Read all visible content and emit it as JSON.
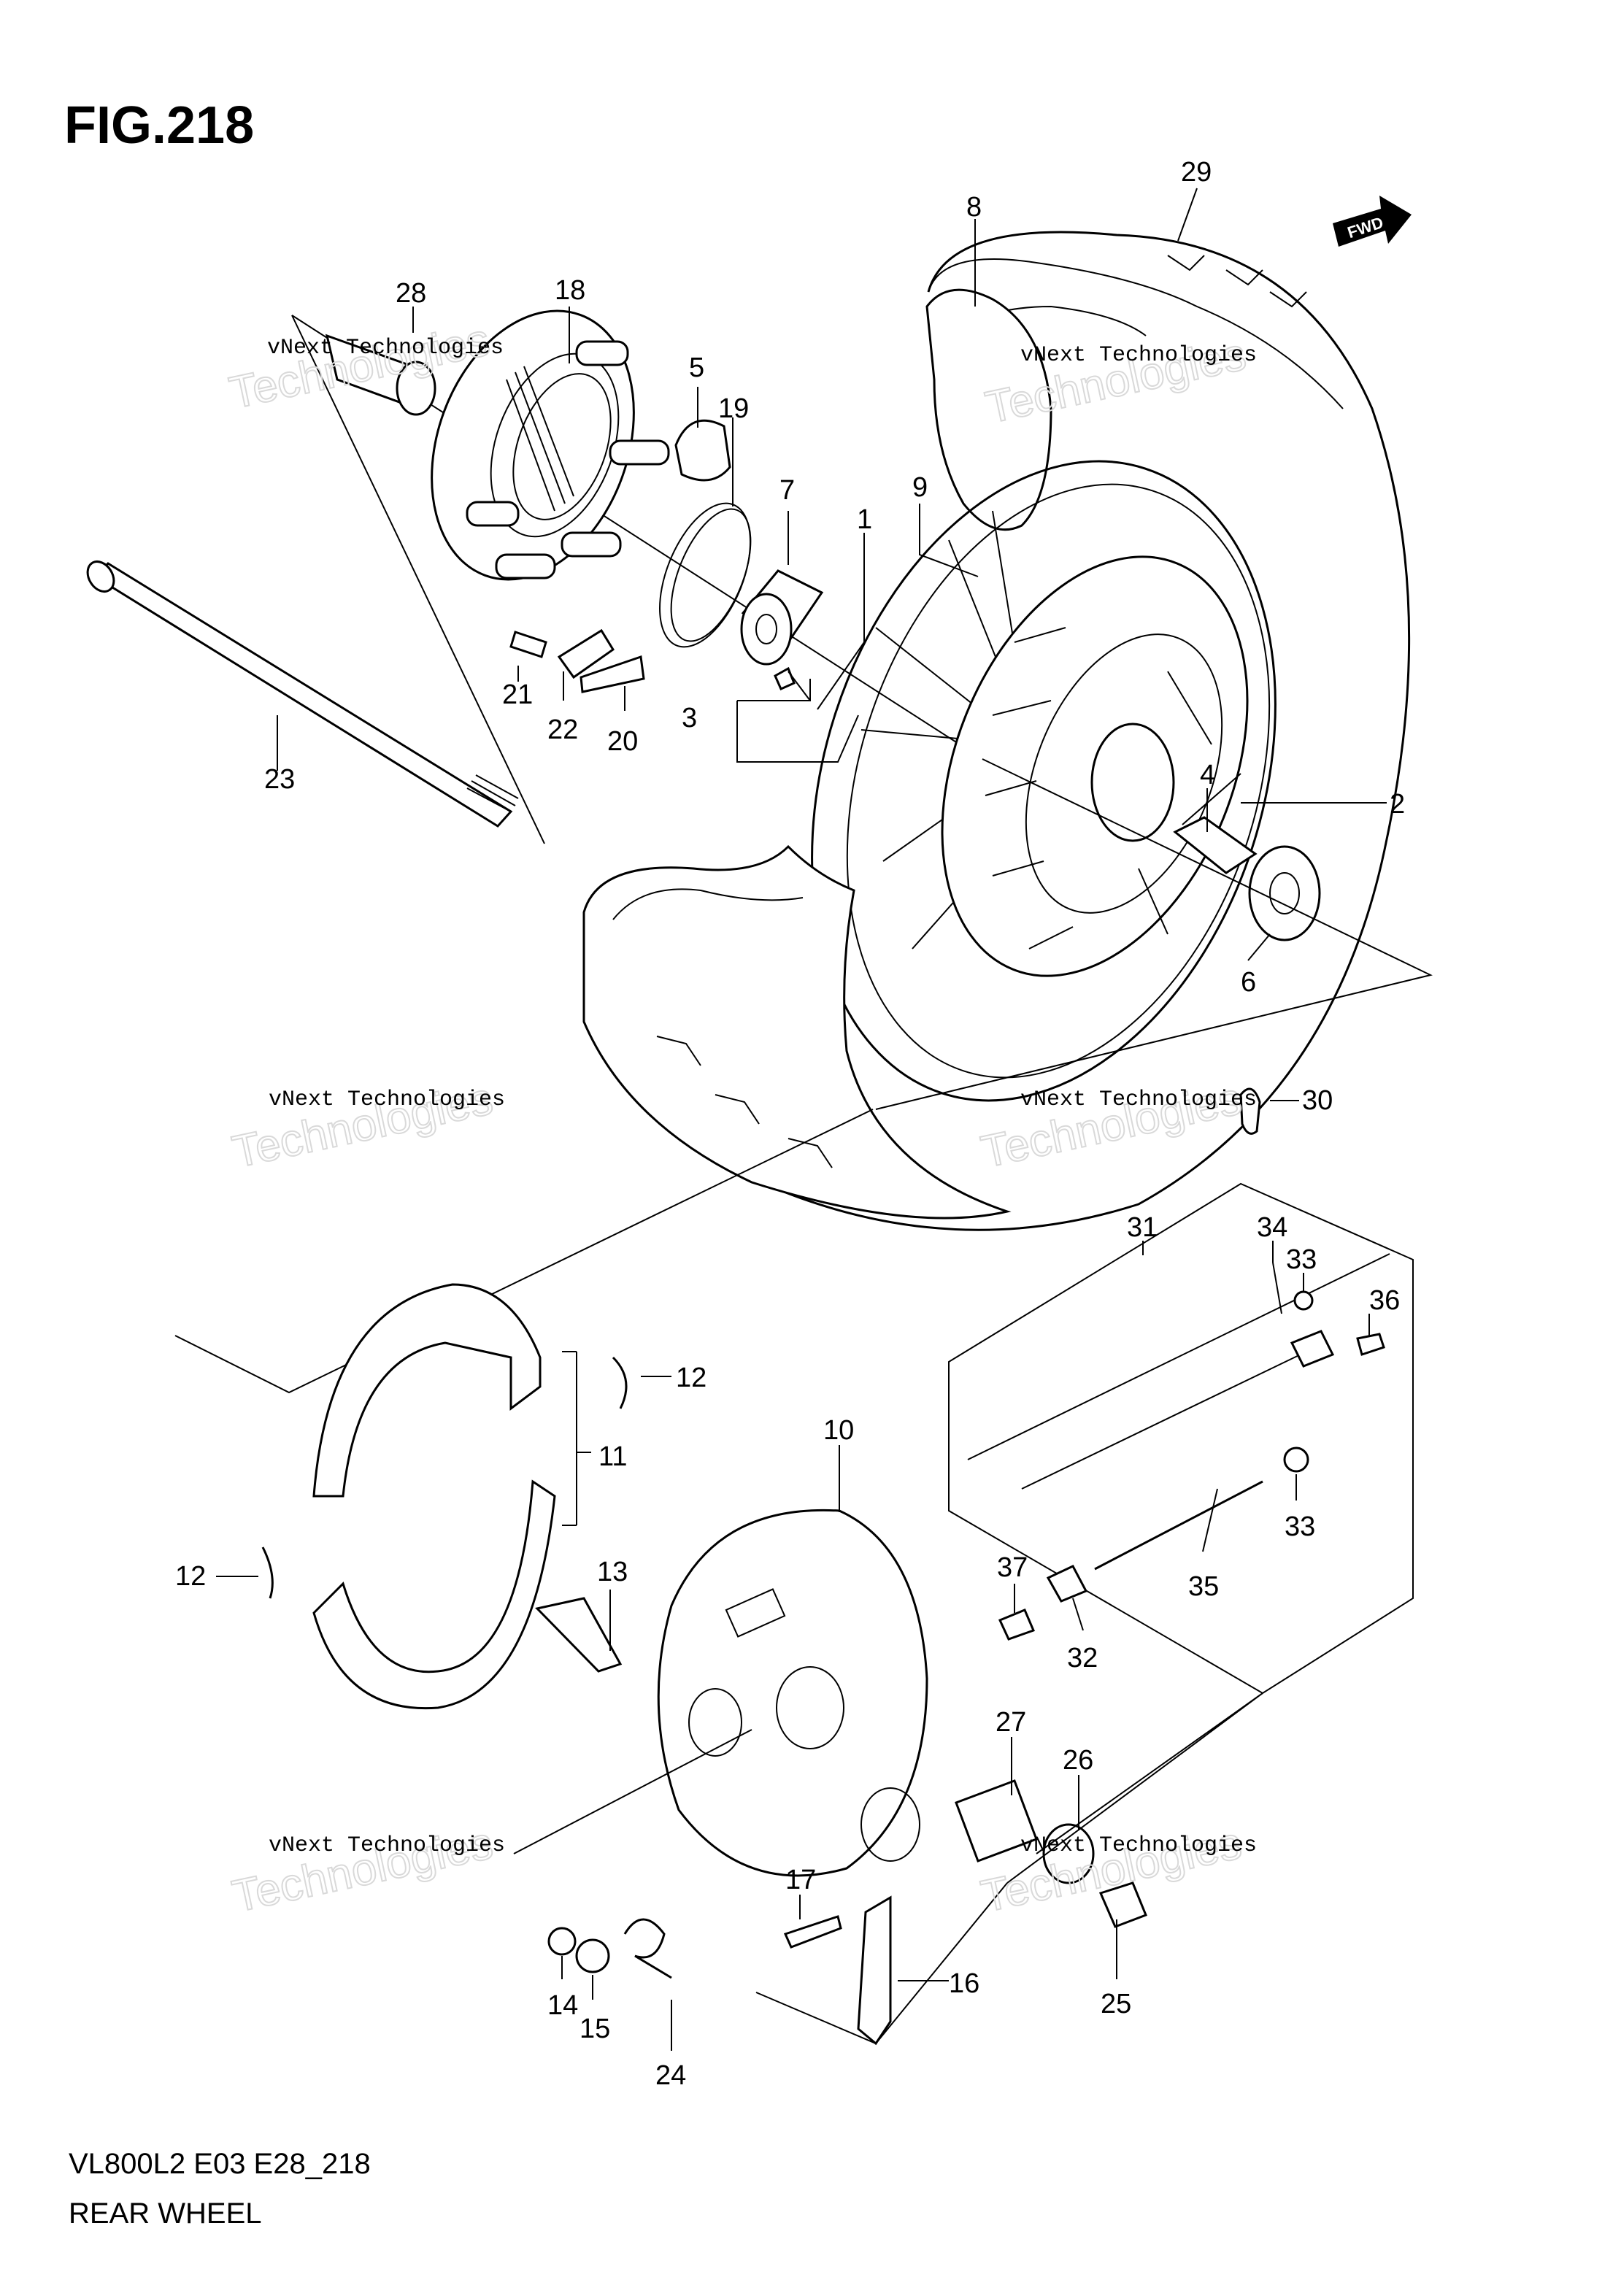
{
  "figure": {
    "title": "FIG.218",
    "model_code": "VL800L2 E03 E28_218",
    "caption": "REAR WHEEL",
    "direction_badge": "FWD"
  },
  "watermark": {
    "brand_line": "vNext Technologies",
    "outline_line": "Technologies",
    "outline_top": "vNext"
  },
  "callouts": [
    {
      "id": "c1",
      "label": "1"
    },
    {
      "id": "c2",
      "label": "2"
    },
    {
      "id": "c3",
      "label": "3"
    },
    {
      "id": "c4",
      "label": "4"
    },
    {
      "id": "c5",
      "label": "5"
    },
    {
      "id": "c6",
      "label": "6"
    },
    {
      "id": "c7",
      "label": "7"
    },
    {
      "id": "c8",
      "label": "8"
    },
    {
      "id": "c9",
      "label": "9"
    },
    {
      "id": "c10",
      "label": "10"
    },
    {
      "id": "c11",
      "label": "11"
    },
    {
      "id": "c12a",
      "label": "12"
    },
    {
      "id": "c12b",
      "label": "12"
    },
    {
      "id": "c13",
      "label": "13"
    },
    {
      "id": "c14",
      "label": "14"
    },
    {
      "id": "c15",
      "label": "15"
    },
    {
      "id": "c16",
      "label": "16"
    },
    {
      "id": "c17",
      "label": "17"
    },
    {
      "id": "c18",
      "label": "18"
    },
    {
      "id": "c19",
      "label": "19"
    },
    {
      "id": "c20",
      "label": "20"
    },
    {
      "id": "c21",
      "label": "21"
    },
    {
      "id": "c22",
      "label": "22"
    },
    {
      "id": "c23",
      "label": "23"
    },
    {
      "id": "c24",
      "label": "24"
    },
    {
      "id": "c25",
      "label": "25"
    },
    {
      "id": "c26",
      "label": "26"
    },
    {
      "id": "c27",
      "label": "27"
    },
    {
      "id": "c28",
      "label": "28"
    },
    {
      "id": "c29",
      "label": "29"
    },
    {
      "id": "c30",
      "label": "30"
    },
    {
      "id": "c31",
      "label": "31"
    },
    {
      "id": "c32",
      "label": "32"
    },
    {
      "id": "c33a",
      "label": "33"
    },
    {
      "id": "c33b",
      "label": "33"
    },
    {
      "id": "c34",
      "label": "34"
    },
    {
      "id": "c35",
      "label": "35"
    },
    {
      "id": "c36",
      "label": "36"
    },
    {
      "id": "c37",
      "label": "37"
    }
  ]
}
